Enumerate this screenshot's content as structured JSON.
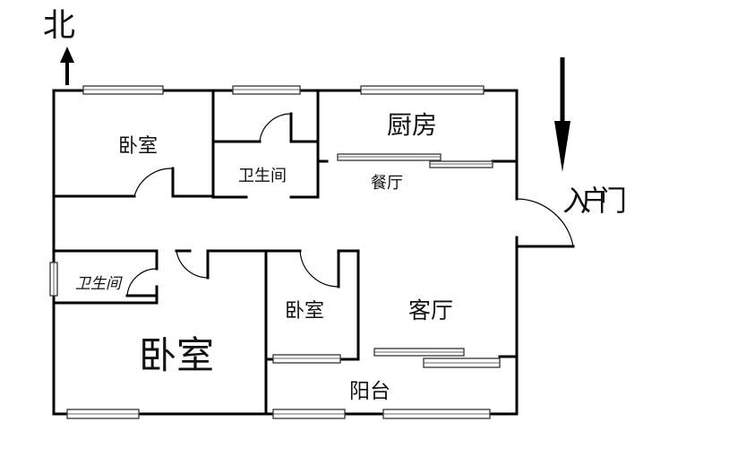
{
  "compass": {
    "north_label": "北"
  },
  "entrance": {
    "label": "入户门"
  },
  "rooms": {
    "bedroom_nw": "卧室",
    "bathroom_n": "卫生间",
    "kitchen": "厨房",
    "dining": "餐厅",
    "bathroom_w": "卫生间",
    "bedroom_master": "卧室",
    "bedroom_small": "卧室",
    "living": "客厅",
    "balcony": "阳台"
  },
  "colors": {
    "wall": "#000000",
    "background": "#ffffff"
  }
}
